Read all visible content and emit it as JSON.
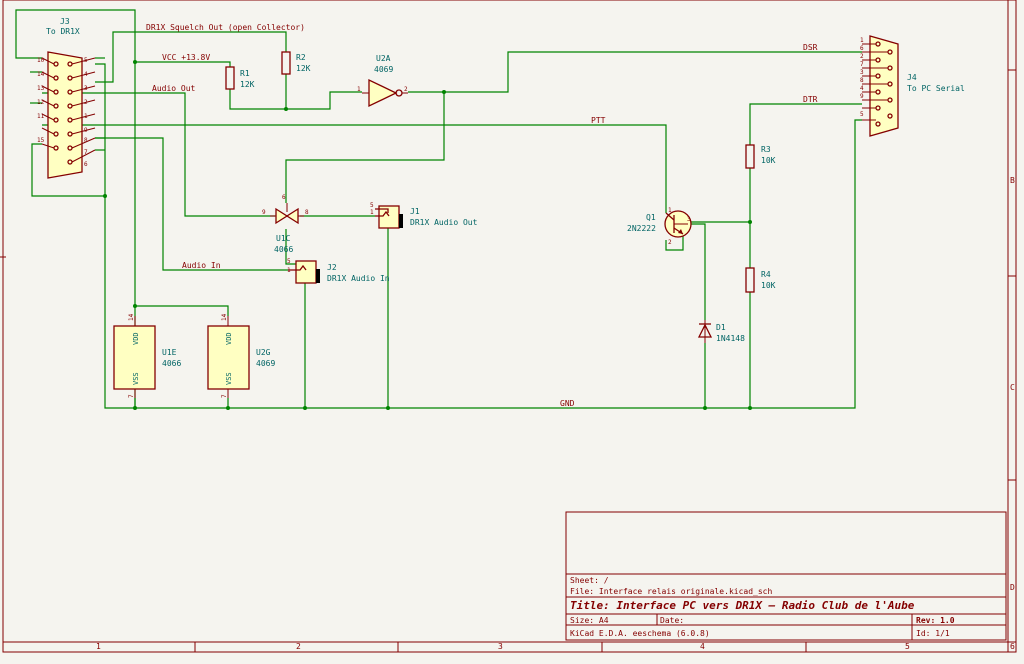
{
  "components": {
    "j3": {
      "ref": "J3",
      "value": "To DR1X",
      "pins": [
        "10",
        "5",
        "14",
        "4",
        "13",
        "3",
        "12",
        "2",
        "11",
        "1",
        "15",
        "9",
        "8",
        "7",
        "6"
      ]
    },
    "j4": {
      "ref": "J4",
      "value": "To PC Serial",
      "pins": [
        "1",
        "6",
        "2",
        "7",
        "3",
        "8",
        "4",
        "9",
        "5"
      ]
    },
    "r1": {
      "ref": "R1",
      "value": "12K"
    },
    "r2": {
      "ref": "R2",
      "value": "12K"
    },
    "r3": {
      "ref": "R3",
      "value": "10K"
    },
    "r4": {
      "ref": "R4",
      "value": "10K"
    },
    "u2a": {
      "ref": "U2A",
      "value": "4069",
      "pin_in": "1",
      "pin_out": "2"
    },
    "u1c": {
      "ref": "U1C",
      "value": "4066",
      "pin_l": "9",
      "pin_r": "8",
      "pin_c": "6"
    },
    "u1e": {
      "ref": "U1E",
      "value": "4066",
      "vdd": "VDD",
      "vss": "VSS",
      "pin_top": "14",
      "pin_bot": "7"
    },
    "u2g": {
      "ref": "U2G",
      "value": "4069",
      "vdd": "VDD",
      "vss": "VSS",
      "pin_top": "14",
      "pin_bot": "7"
    },
    "j1": {
      "ref": "J1",
      "value": "DR1X Audio Out",
      "pins": [
        "5",
        "1"
      ]
    },
    "j2": {
      "ref": "J2",
      "value": "DR1X Audio In",
      "pins": [
        "5",
        "1"
      ]
    },
    "q1": {
      "ref": "Q1",
      "value": "2N2222",
      "pins": [
        "1",
        "3",
        "2"
      ]
    },
    "d1": {
      "ref": "D1",
      "value": "1N4148"
    }
  },
  "nets": {
    "squelch": "DR1X Squelch Out (open Collector)",
    "vcc": "VCC +13.8V",
    "audio_out": "Audio Out",
    "audio_in": "Audio In",
    "dsr": "DSR",
    "dtr": "DTR",
    "ptt": "PTT",
    "gnd": "GND"
  },
  "border": {
    "cols": [
      "1",
      "2",
      "3",
      "4",
      "5",
      "6"
    ],
    "rows": [
      "B",
      "C",
      "D"
    ]
  },
  "title_block": {
    "sheet": "Sheet: /",
    "file": "File: Interface relais originale.kicad_sch",
    "title": "Title: Interface PC vers DR1X — Radio Club de l'Aube",
    "size": "Size: A4",
    "date": "Date:",
    "rev": "Rev: 1.0",
    "tool": "KiCad E.D.A.  eeschema (6.0.8)",
    "id": "Id: 1/1"
  }
}
